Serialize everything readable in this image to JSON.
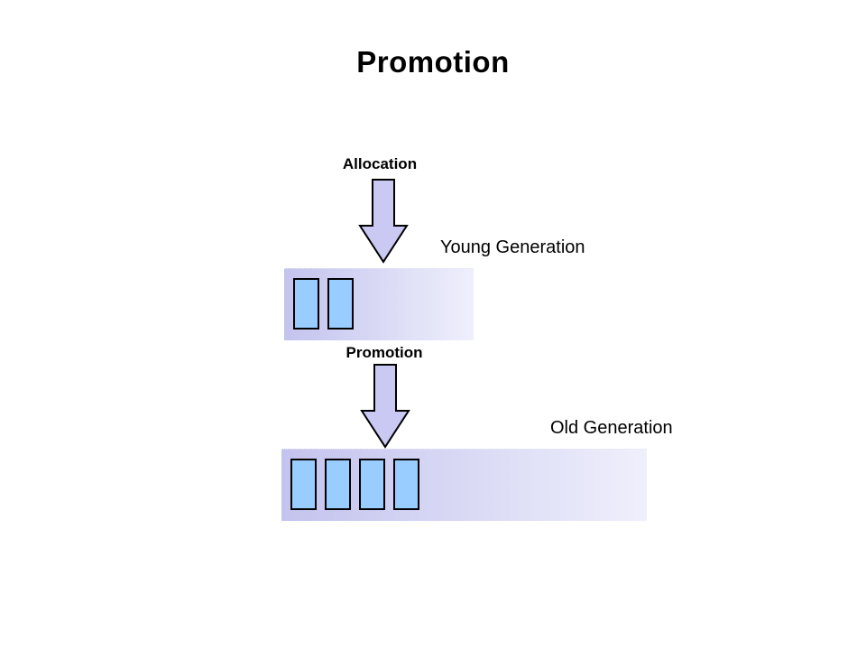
{
  "slide": {
    "title": "Promotion"
  },
  "diagram": {
    "allocation": {
      "label": "Allocation"
    },
    "young_generation": {
      "label": "Young Generation",
      "block_count": 2
    },
    "promotion": {
      "label": "Promotion"
    },
    "old_generation": {
      "label": "Old Generation",
      "block_count": 4
    }
  },
  "colors": {
    "arrow-fill": "#c9c9f3",
    "arrow-border": "#000000",
    "bar-gradient-start": "#c3c3ee",
    "bar-gradient-end": "#efeffc",
    "block-fill": "#99ccff",
    "block-border": "#000000"
  }
}
